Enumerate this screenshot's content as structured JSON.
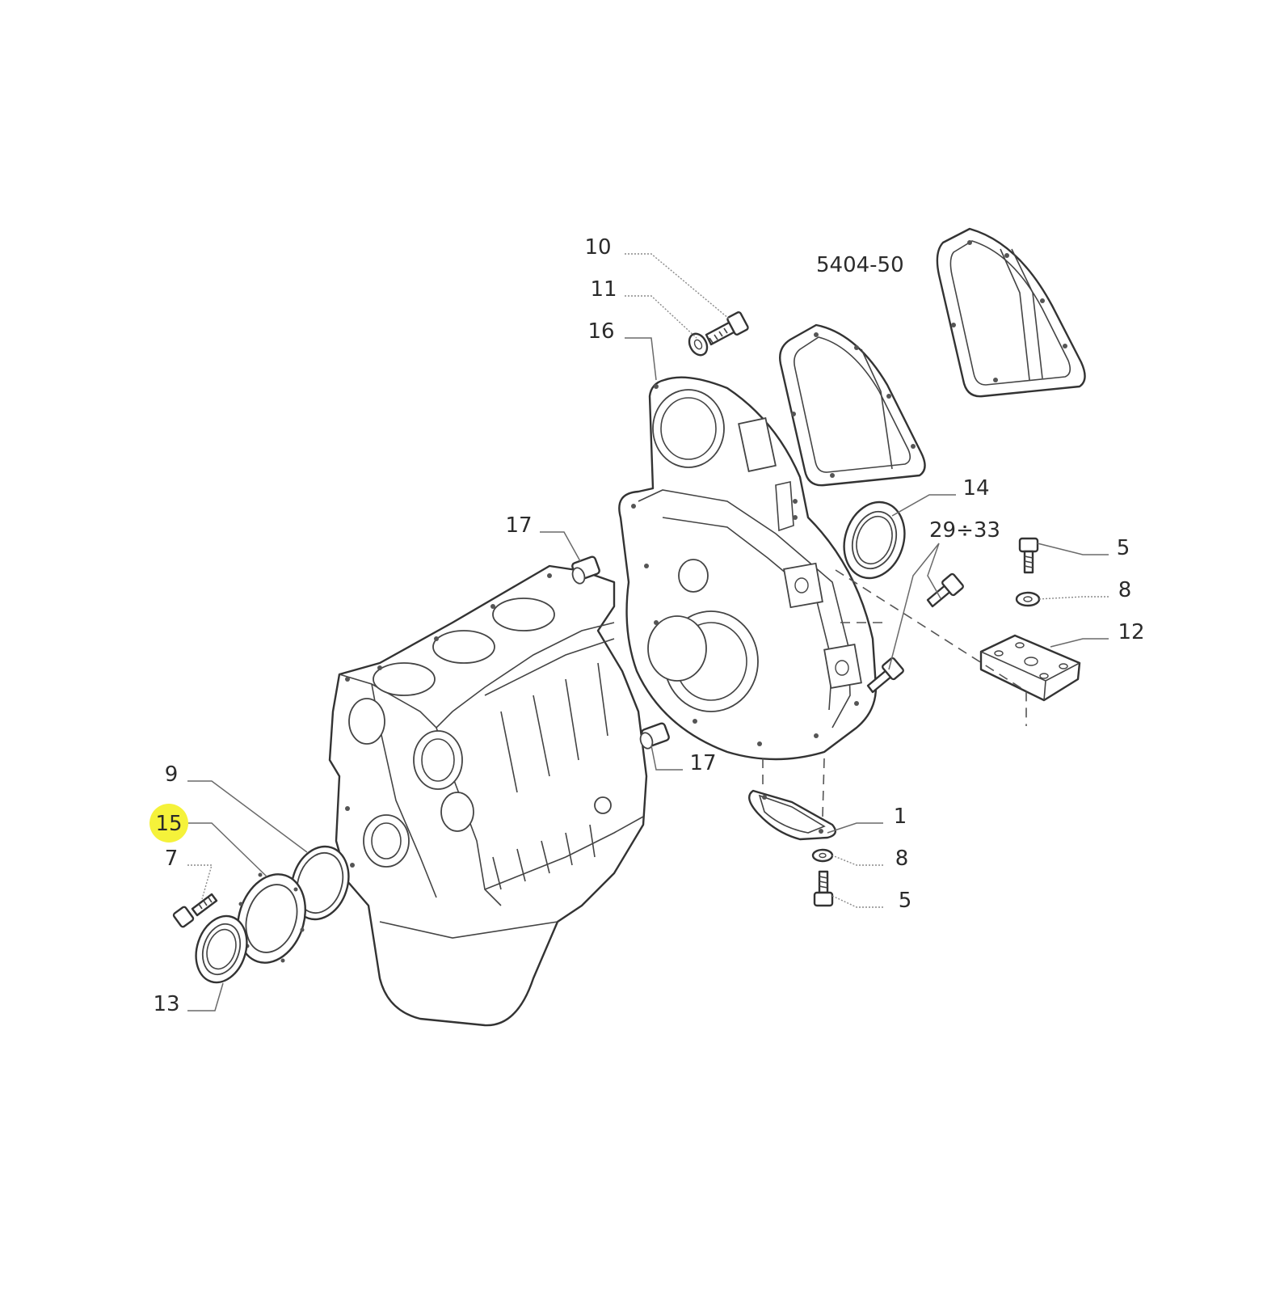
{
  "diagram": {
    "group_code": "5404-50",
    "highlight_color": "#f5f23a",
    "callouts": [
      {
        "id": "c10",
        "label": "10"
      },
      {
        "id": "c11",
        "label": "11"
      },
      {
        "id": "c16",
        "label": "16"
      },
      {
        "id": "c14",
        "label": "14"
      },
      {
        "id": "c17a",
        "label": "17"
      },
      {
        "id": "c2933",
        "label": "29÷33"
      },
      {
        "id": "c5a",
        "label": "5"
      },
      {
        "id": "c8a",
        "label": "8"
      },
      {
        "id": "c12",
        "label": "12"
      },
      {
        "id": "c17b",
        "label": "17"
      },
      {
        "id": "c9",
        "label": "9"
      },
      {
        "id": "c15",
        "label": "15",
        "highlighted": true
      },
      {
        "id": "c7",
        "label": "7"
      },
      {
        "id": "c1",
        "label": "1"
      },
      {
        "id": "c8b",
        "label": "8"
      },
      {
        "id": "c5b",
        "label": "5"
      },
      {
        "id": "c13",
        "label": "13"
      }
    ]
  }
}
